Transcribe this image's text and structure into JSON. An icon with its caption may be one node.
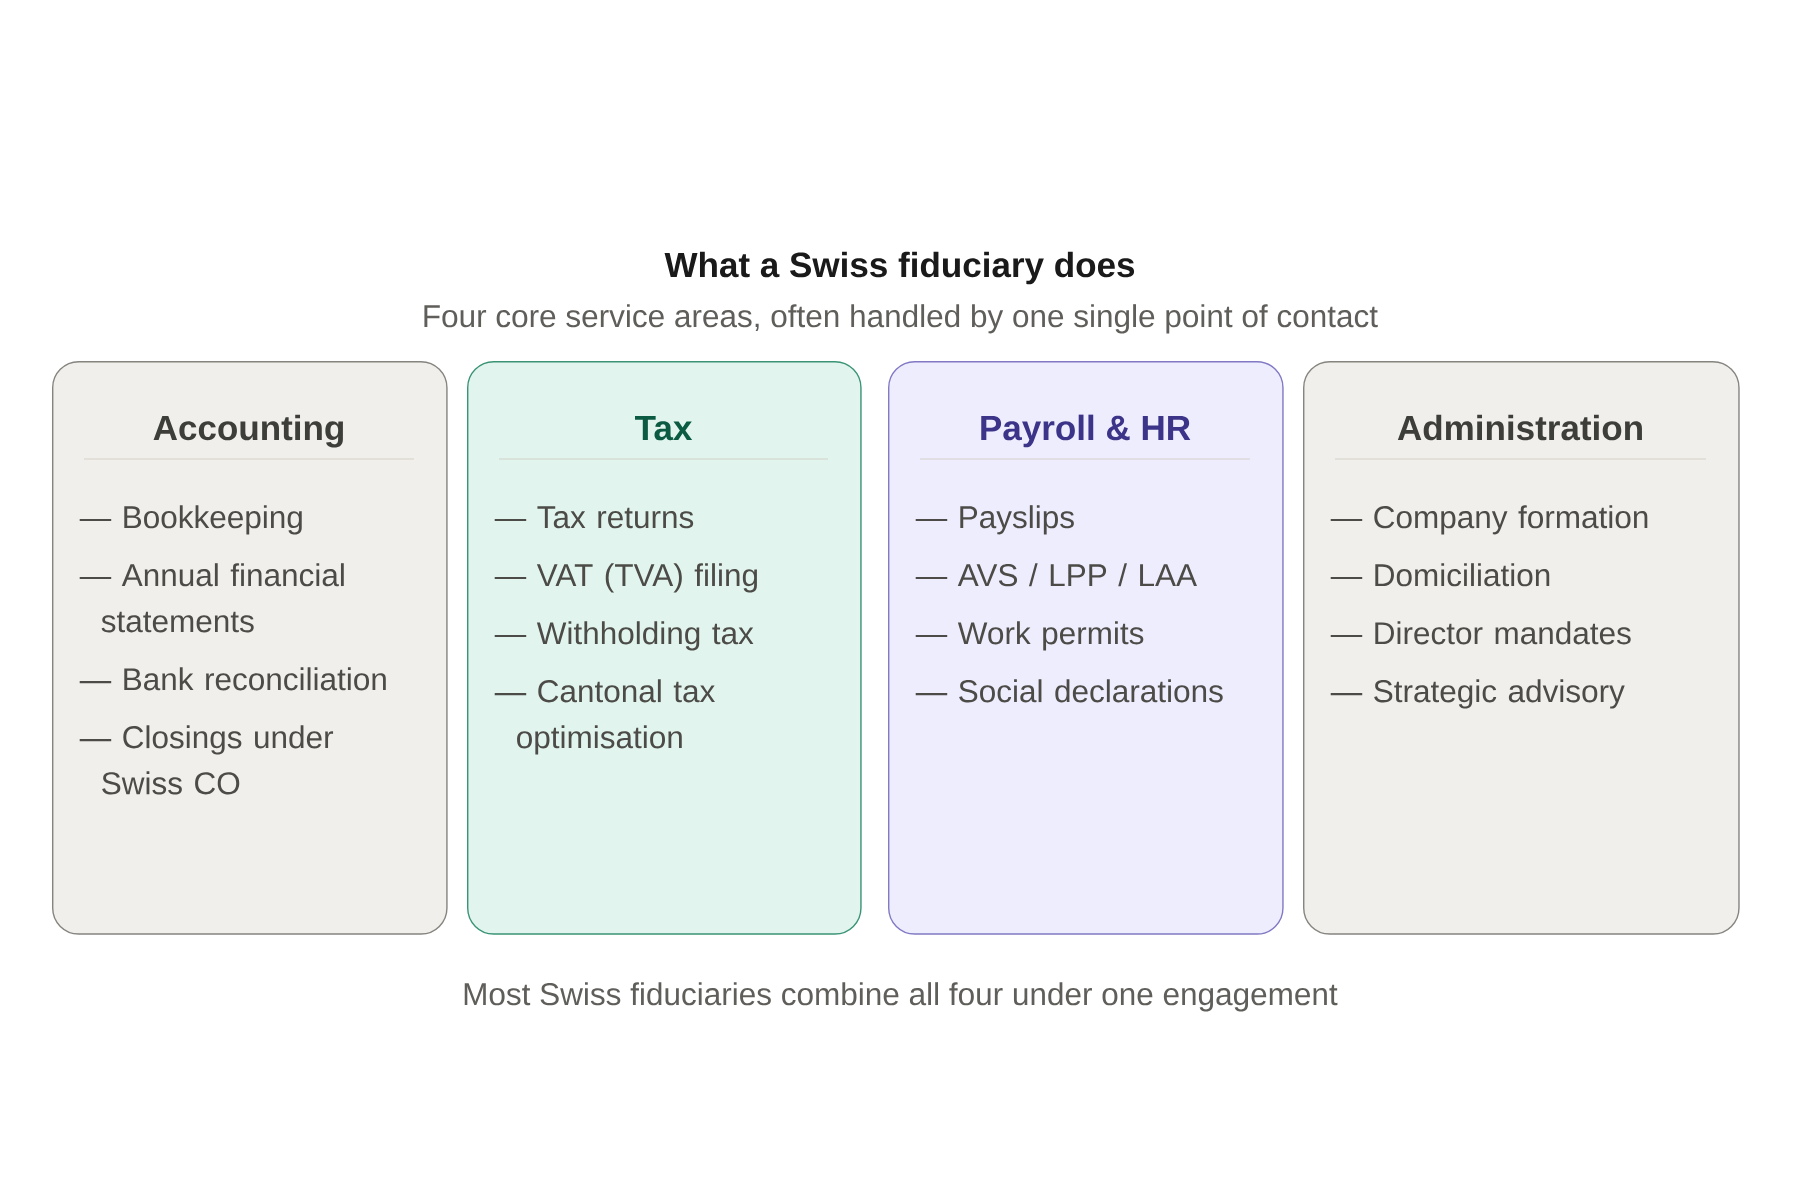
{
  "diagram": {
    "title": "What a Swiss fiduciary does",
    "caption": "Most Swiss fiduciaries combine all four under one engagement",
    "nodes": [
      {
        "text": [
          "Accounting",
          "— Bookkeeping",
          "— Annual financial statements",
          "— Bank reconciliation",
          "— Closings under Swiss CO"
        ]
      },
      {
        "text": [
          "Tax",
          "— Tax returns",
          "— VAT (TVA) filing",
          "— Withholding tax",
          "— Cantonal tax optimisation"
        ]
      },
      {
        "text": [
          "Payroll & HR",
          "— Payslips",
          "— AVS / LPP / LAA",
          "— Work permits",
          "— Social declarations"
        ]
      },
      {
        "text": [
          "Administration",
          "— Company formation",
          "— Domiciliation",
          "— Director mandates",
          "— Strategic advisory"
        ]
      }
    ],
    "labels": [
      "Four core service areas, often handled by one single point of contact"
    ]
  }
}
